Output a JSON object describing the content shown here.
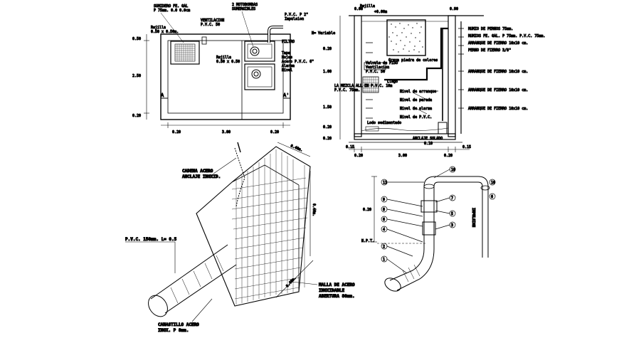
{
  "colors": {
    "ink": "#000000",
    "paper": "#ffffff",
    "gravel": "#9a9a9a"
  },
  "plan": {
    "label_sumidero": "SUMIDERO FE. GAL",
    "label_sumidero2": "P 75mm. 0.0 0.0cm",
    "label_rejilla": "Rejilla",
    "label_rejilla_dim": "0.50 x 0.50m.",
    "label_ventilacion": "VENTILACION",
    "label_ventilacion2": "P.V.C. 50",
    "label_motobombas": "2 MOTOBOMBAS",
    "label_sumergibles": "SUMERGIBLES",
    "label_pvc": "P.V.C. P 2\"",
    "label_impulsion": "Impulsion",
    "label_filtro": "FILTRO",
    "label_tapa": "Tapa",
    "label_hoja": "Hojas",
    "label_acero": "Acero P.V.C. 6\"",
    "label_rejilla2": "Rejilla",
    "label_rejilla2_dim": "0.50 x 0.50",
    "label_alarma": "Alarma",
    "label_control": "Nivel",
    "dim_top": "0.50",
    "dim_mid": "2.50",
    "dim_bot": "0.20",
    "dim_w1": "0.20",
    "dim_w2": "3.00",
    "dim_w3": "0.20",
    "cut_a": "A",
    "cut_a2": "A'"
  },
  "section": {
    "label_nivel": "N= Variable",
    "label_top1": "0.00",
    "label_rejilla": "Rejilla",
    "label_top2": "+0.00m",
    "label_top3": "0.90",
    "label_right1": "RUMIO DE PERNOS 75mm.",
    "label_right2": "RUMIOS FE. GAL. P 75mm. P.V.C. 75mm.",
    "label_right3": "ARRANQUE DE FIERRO 10x10 cm.",
    "label_right4": "PERNO DE FIERRO 3/8\"",
    "label_right5": "ARRANQUE DE FIERRO 10x10 cm.",
    "label_right6": "ARRANQUE DE FIERRO 10x10 cm.",
    "label_right7": "ARRANQUE DE FIERRO 10x10 cm.",
    "label_grava": "Grava piedra de colores",
    "label_valvula": "Valvula de PISO",
    "label_ventilacion": "Ventilacion",
    "label_ventilacion2": "P.V.C. 50",
    "label_llego": "Llego",
    "label_llego2": "Nivel de arranque",
    "label_llego3": "Nivel de parada",
    "label_llego4": "Nivel de alarma",
    "label_llego5": "Nivel de P.V.C.",
    "label_entrada": "LA MEZCLA ALL EN P.V.C. 10m",
    "label_entrada2": "P.V.C. 75mm.",
    "label_salida": "Lodo sedimentado",
    "label_base": "ANCLAJE SOLADO",
    "label_base2": "0.10",
    "dim_left1": "0.20",
    "dim_left2": "1.00",
    "dim_left3": "1.50",
    "dim_left4": "0.20",
    "dim_left5": "0.20",
    "dim_w1": "0.15",
    "dim_w2": "0.20",
    "dim_w3": "3.00",
    "dim_w4": "0.20",
    "dim_w5": "0.15"
  },
  "basket": {
    "label_cadena": "CADENA ACERO",
    "label_cadena2": "ANCLAJE INOXID.",
    "label_pvc": "P.V.C. 150mm. L= 0.5",
    "label_canastillo": "CANASTILLO ACERO",
    "label_canastillo2": "INOX. P 8mm.",
    "label_malla": "MALLA DE ACERO",
    "label_malla2": "INOXIDABLE",
    "label_malla3": "ABERTURA 80mm.",
    "dim_w": "0.40m.",
    "dim_h": "0.40m.",
    "dim_l": "0.40m."
  },
  "pipe": {
    "label_impulsion": "IMPULSION",
    "label_npt": "N.P.T.",
    "dim": "0.20",
    "numbers": [
      "1",
      "2",
      "3",
      "4",
      "5",
      "6",
      "7",
      "8",
      "9",
      "10",
      "11"
    ]
  }
}
